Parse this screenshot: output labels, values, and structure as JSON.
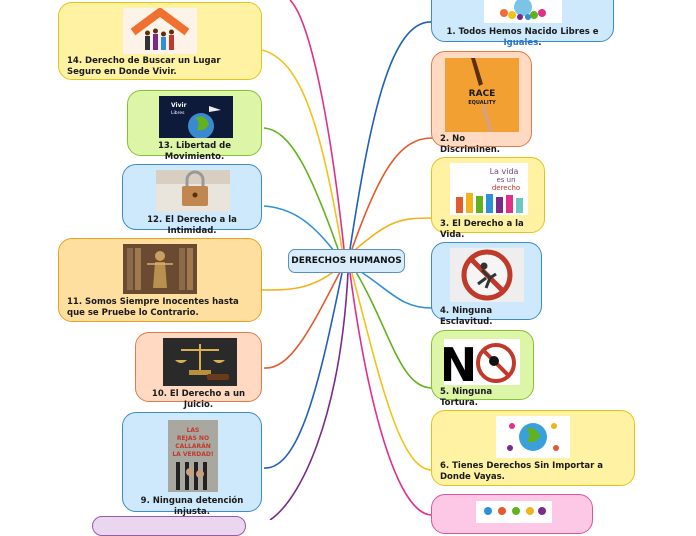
{
  "center": {
    "label": "DERECHOS HUMANOS"
  },
  "nodes": {
    "n1": {
      "label_a": "1. Todos Hemos Nacido Libres e ",
      "label_b": "Iguales",
      "label_c": "."
    },
    "n2": {
      "label": "2. No Discriminen.",
      "image_text": [
        "RACE",
        "EQUALITY"
      ]
    },
    "n3": {
      "label": "3. El Derecho a la Vida.",
      "image_text": [
        "La vida",
        "es un",
        "derecho"
      ]
    },
    "n4": {
      "label": "4. Ninguna Esclavitud."
    },
    "n5": {
      "label": "5. Ninguna Tortura.",
      "image_text": "N"
    },
    "n6": {
      "label": "6. Tienes Derechos Sin Importar a Donde Vayas."
    },
    "n9": {
      "label": "9. Ninguna detención injusta.",
      "image_text": [
        "LAS",
        "REJAS NO",
        "CALLARÁN",
        "LA VERDAD!"
      ]
    },
    "n10": {
      "label": "10. El Derecho a un Juicio."
    },
    "n11": {
      "label": "11. Somos Siempre Inocentes hasta que se Pruebe lo Contrario."
    },
    "n12": {
      "label": "12. El Derecho a la Intimidad."
    },
    "n13": {
      "label": "13. Libertad de Movimiento.",
      "image_text": [
        "Vivir",
        "Libres"
      ]
    },
    "n14": {
      "label": "14. Derecho de Buscar un Lugar Seguro en Donde Vivir."
    }
  },
  "colors": {
    "yellow": "#fff3a3",
    "yellow_border": "#e8c21a",
    "orange": "#ffd9c2",
    "orange_border": "#e27a4a",
    "blue": "#cde9fb",
    "blue_border": "#3d8ad0",
    "green": "#dcf5a6",
    "green_border": "#86c22e",
    "pink": "#fdc7e6",
    "pink_border": "#e0559a",
    "amber": "#ffdfa0",
    "amber_border": "#f0a020"
  }
}
